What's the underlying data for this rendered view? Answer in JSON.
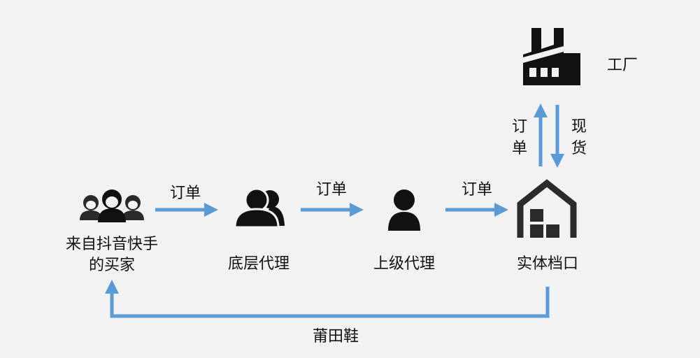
{
  "colors": {
    "arrow": "#5b9bd5",
    "icon": "#111111",
    "warehouse": "#2b2b2b",
    "background": "#f2f2f2"
  },
  "nodes": {
    "buyers": {
      "icon": "group-users-icon",
      "line1": "来自抖音快手",
      "line2": "的买家"
    },
    "low_agent": {
      "icon": "two-users-icon",
      "label": "底层代理"
    },
    "upper_agent": {
      "icon": "user-icon",
      "label": "上级代理"
    },
    "store": {
      "icon": "warehouse-icon",
      "label": "实体档口"
    },
    "factory": {
      "icon": "factory-icon",
      "label": "工厂"
    }
  },
  "edges": {
    "buyers_to_low": "订单",
    "low_to_upper": "订单",
    "upper_to_store": "订单",
    "store_to_factory": [
      "订",
      "单"
    ],
    "factory_to_store": [
      "现",
      "货"
    ],
    "store_to_buyers": "莆田鞋"
  }
}
